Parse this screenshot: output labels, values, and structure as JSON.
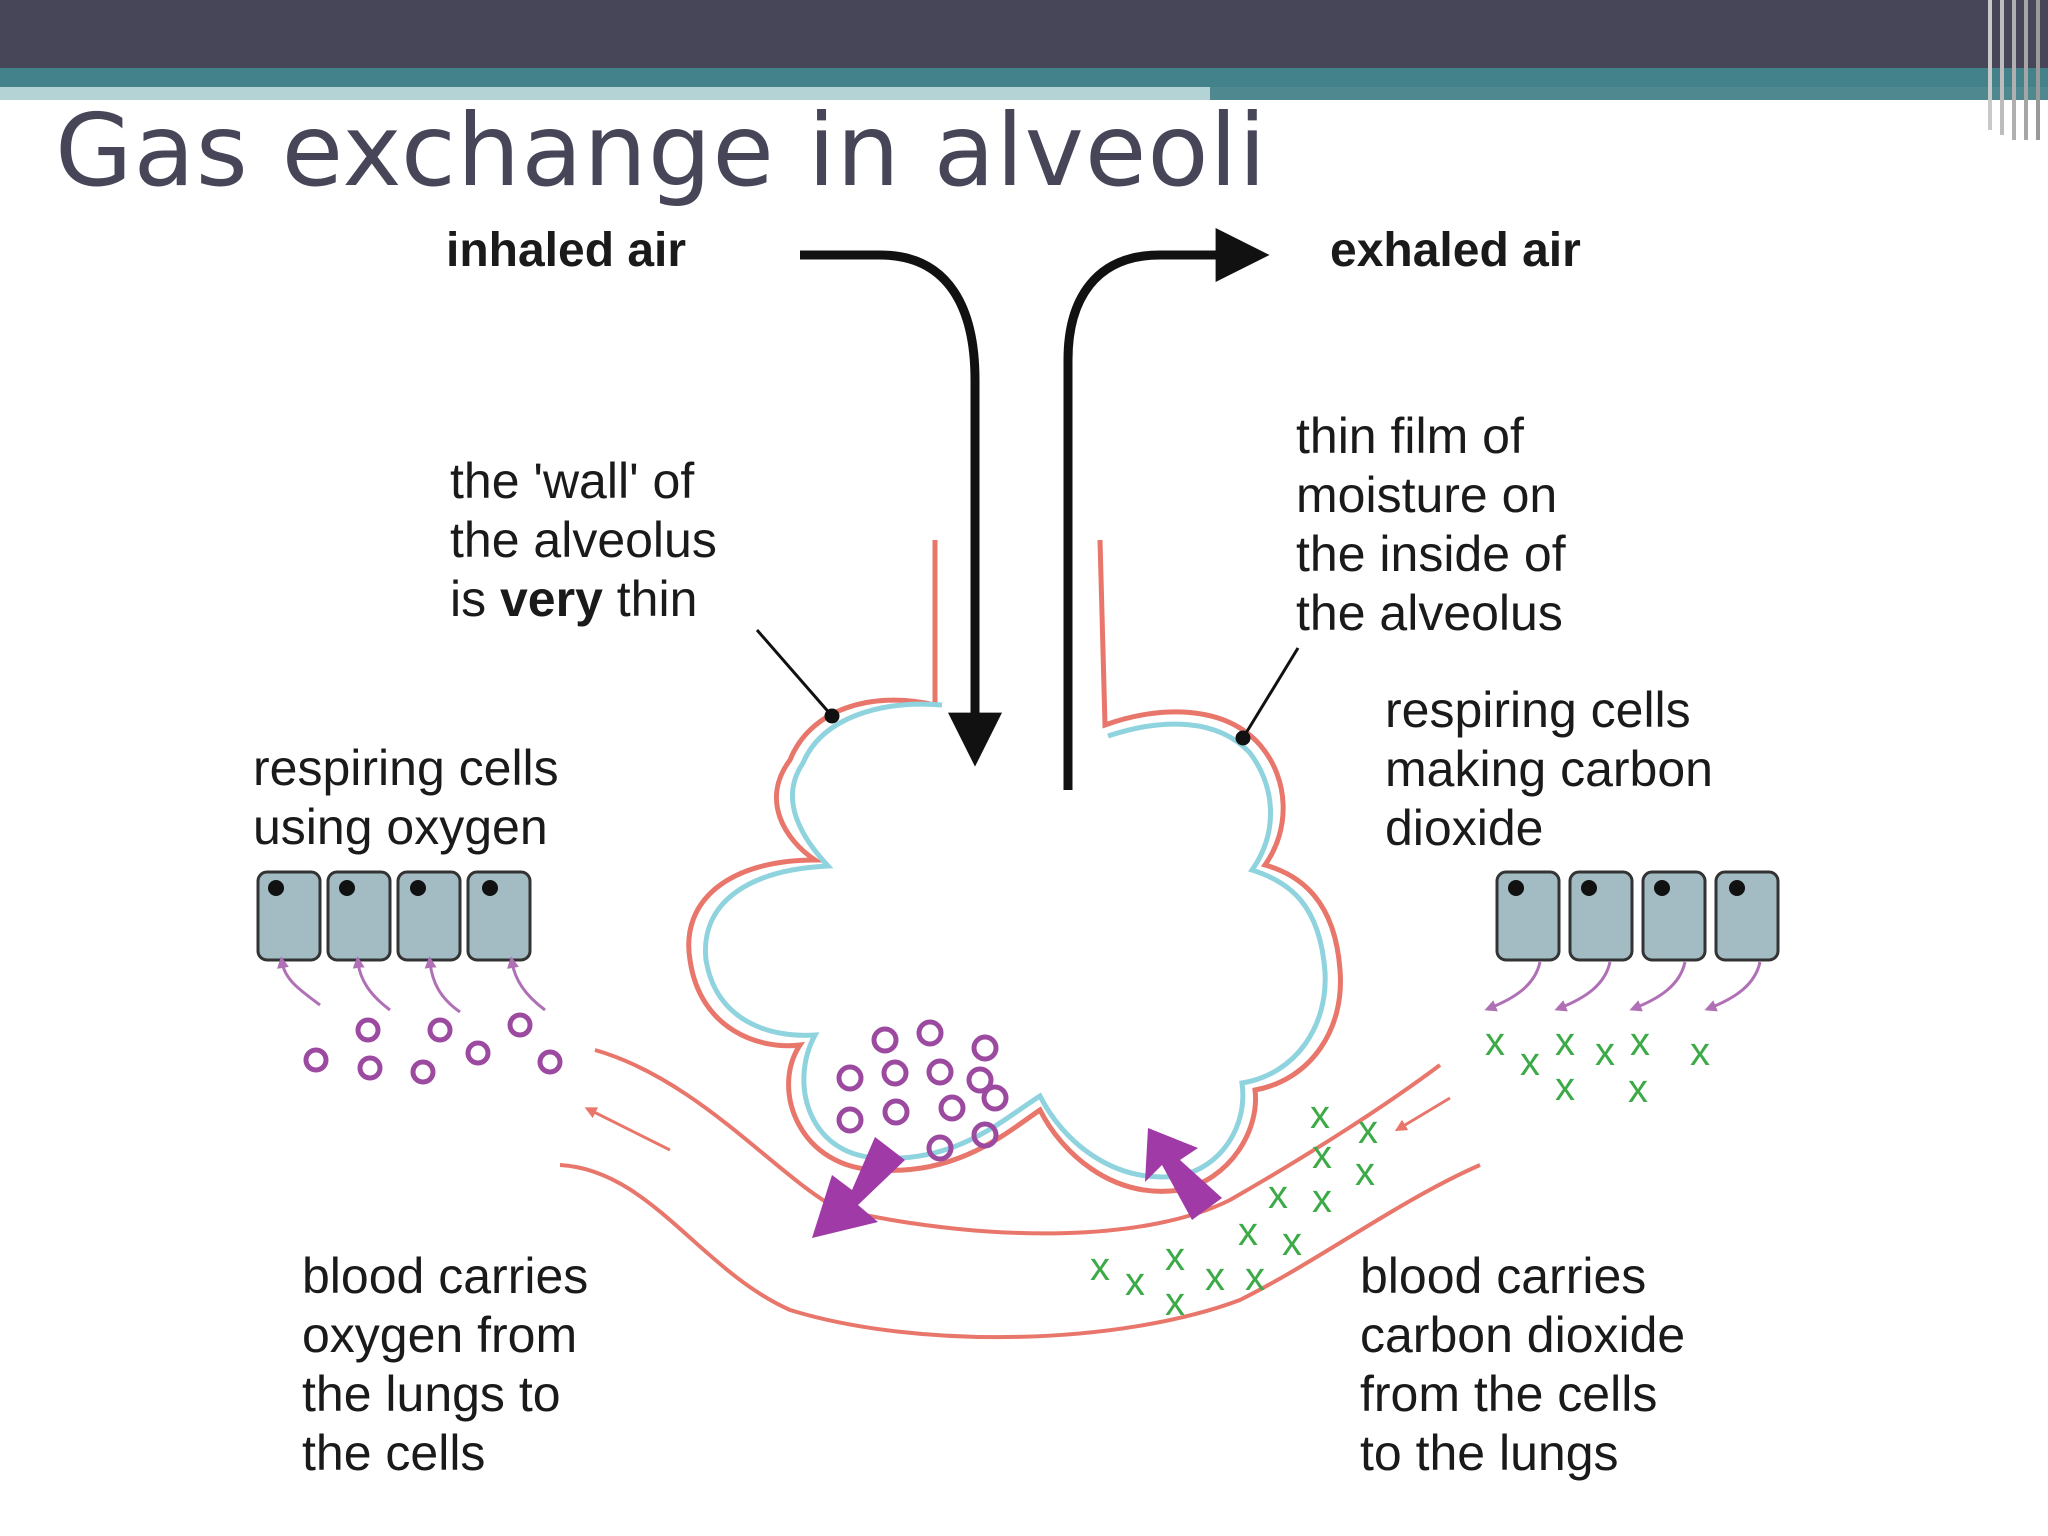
{
  "slide": {
    "title": "Gas exchange in alveoli"
  },
  "diagram": {
    "inhaled_label": "inhaled air",
    "exhaled_label": "exhaled air",
    "wall_label": {
      "line1": "the 'wall' of",
      "line2": "the alveolus",
      "line3_prefix": "is ",
      "line3_bold": "very",
      "line3_suffix": " thin"
    },
    "moisture_label": [
      "thin film of",
      "moisture on",
      "the inside of",
      "the alveolus"
    ],
    "left_cells_label": [
      "respiring cells",
      "using oxygen"
    ],
    "right_cells_label": [
      "respiring cells",
      "making carbon",
      "dioxide"
    ],
    "blood_oxygen_label": [
      "blood carries",
      "oxygen from",
      "the lungs to",
      "the cells"
    ],
    "blood_co2_label": [
      "blood carries",
      "carbon dioxide",
      "from the cells",
      "to the lungs"
    ],
    "co2_marker": "x",
    "colors": {
      "oxygen": "#9b4aa0",
      "carbon_dioxide": "#3daa48",
      "vessel": "#e8766b",
      "moisture": "#8fd3de",
      "cell_fill": "#a3bcc4",
      "arrow_fill": "#9f3aa6",
      "text": "#1a1a1a"
    }
  }
}
